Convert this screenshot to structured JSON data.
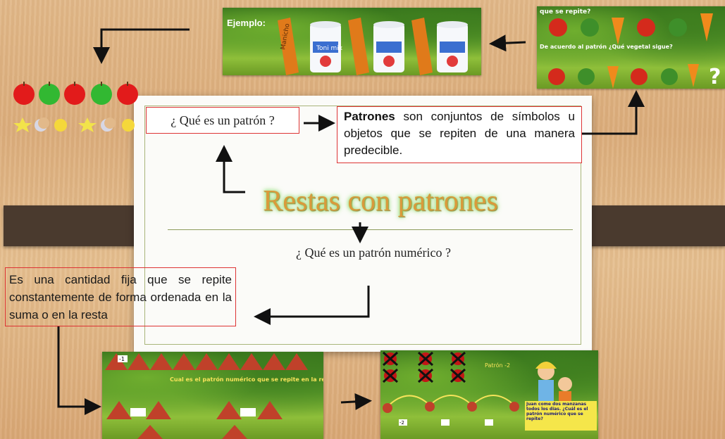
{
  "title": "Restas con patrones",
  "question_pattern": "¿ Qué es un patrón ?",
  "definition_pattern": {
    "term": "Patrones",
    "rest": " son conjuntos de símbolos u objetos que se repiten de una manera predecible."
  },
  "question_numeric": "¿ Qué es un patrón numérico ?",
  "definition_numeric": "Es una cantidad fija que se repite constantemente de forma ordenada en la suma o en la resta",
  "example_yogurt": {
    "label": "Ejemplo:",
    "brands": [
      "Manicho",
      "Toni mix"
    ]
  },
  "example_vegetables": {
    "top_text": "que se repite?",
    "question": "De acuerdo al patrón ¿Qué vegetal sigue?",
    "answer_mark": "?"
  },
  "example_subtraction": {
    "step_label": "-1",
    "question": "Cual es el patrón numérico que se repite en la resta:"
  },
  "example_apples": {
    "step_label": "-2",
    "tag": "Patrón -2",
    "story": "Juan come dos manzanas todos los días. ¿Cuál es el patrón numérico que se repite?"
  },
  "colors": {
    "accent_red": "#dd3333",
    "title_orange": "#d99a3c",
    "title_glow": "#7fd35c",
    "band_brown": "#4a3a2e"
  }
}
